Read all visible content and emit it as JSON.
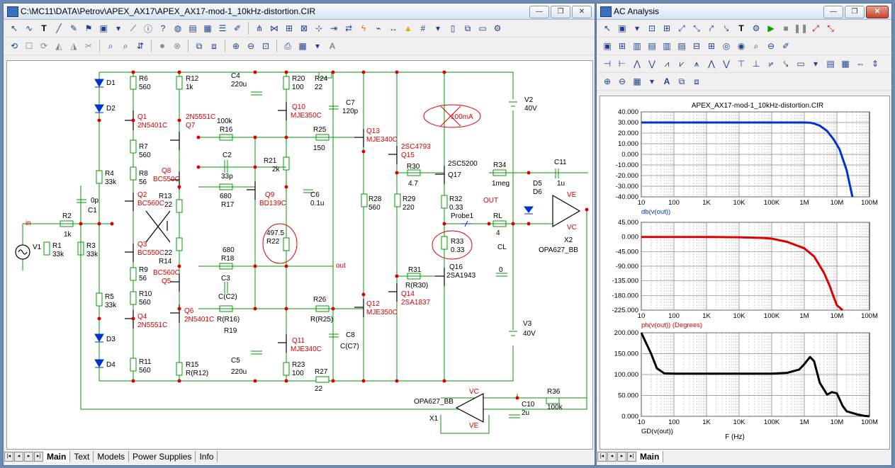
{
  "schematic_window": {
    "title": "C:\\MC11\\DATA\\Petrov\\APEX_AX17\\APEX_AX17-mod-1_10kHz-distortion.CIR",
    "tabs": [
      "Main",
      "Text",
      "Models",
      "Power Supplies",
      "Info"
    ],
    "active_tab": "Main",
    "components": {
      "D1": "D1",
      "D2": "D2",
      "D3": "D3",
      "D4": "D4",
      "R6": "R6",
      "R6v": "560",
      "R12": "R12",
      "R12v": "1k",
      "C4": "C4",
      "C4v": "220u",
      "R20": "R20",
      "R20v": "100",
      "R24": "R24",
      "R24v": "22",
      "C7": "C7",
      "C7v": "120p",
      "V2": "V2",
      "V2v": "40V",
      "Q1": "Q1",
      "Q1t": "2N5401C",
      "Q7t": "2N5551C",
      "Q7": "Q7",
      "R16v": "100k",
      "R16": "R16",
      "Q10": "Q10",
      "Q10t": "MJE350C",
      "R25": "R25",
      "R25v": "150",
      "Q13": "Q13",
      "Q13t": "MJE340C",
      "Q15t": "2SC4793",
      "Q15": "Q15",
      "Q17t": "2SC5200",
      "Q17": "Q17",
      "current": "100mA",
      "R34": "R34",
      "R34v": "1meg",
      "C11": "C11",
      "C11v": "1u",
      "R7": "R7",
      "R7v": "560",
      "C2": "C2",
      "R21": "R21",
      "R21v": "2k",
      "R30": "R30",
      "R30v": "4.7",
      "Q8": "Q8",
      "Q8t": "BC550C",
      "R8": "R8",
      "R8v": "56",
      "C2v": "33p",
      "D5": "D5",
      "D6": "D6",
      "VE": "VE",
      "VC": "VC",
      "R4": "R4",
      "R4v": "33k",
      "R13": "R13",
      "R13v": "22",
      "R17v": "680",
      "R17": "R17",
      "Q9": "Q9",
      "Q9t": "BD139C",
      "R28": "R28",
      "R28v": "560",
      "R29": "R29",
      "R29v": "220",
      "C1v": "0p",
      "C1": "C1",
      "Q2": "Q2",
      "Q2t": "BC560C",
      "C6": "C6",
      "C6v": "0.1u",
      "R32": "R32",
      "R32v": "0.33",
      "OUT": "OUT",
      "in": "in",
      "R2": "R2",
      "R2v": "1k",
      "V1": "V1",
      "R1": "R1",
      "R1v": "33k",
      "R3": "R3",
      "R3v": "33k",
      "Probe1": "Probe1",
      "RL": "RL",
      "RLv": "4",
      "X2": "X2",
      "X2t": "OPA627_BB",
      "R22v": "497.5",
      "R22": "R22",
      "R33": "R33",
      "R33v": "0.33",
      "Q3": "Q3",
      "Q3t": "BC550C",
      "R18v": "680",
      "R18": "R18",
      "CL": "CL",
      "CLv": "0",
      "R14v": "22",
      "R14": "R14",
      "out": "out",
      "Q16": "Q16",
      "Q16t": "2SA1943",
      "R31": "R31",
      "R31v": "R(R30)",
      "R9": "R9",
      "R9v": "56",
      "Q5t": "BC560C",
      "Q5": "Q5",
      "C3": "C3",
      "C3v": "C(C2)",
      "R10": "R10",
      "R10v": "560",
      "R26": "R26",
      "R26v": "R(R25)",
      "Q14": "Q14",
      "Q14t": "2SA1837",
      "R5": "R5",
      "R5v": "33k",
      "Q6": "Q6",
      "Q6t": "2N5401C",
      "R19v": "R(R16)",
      "R19": "R19",
      "Q12": "Q12",
      "Q12t": "MJE350C",
      "Q4": "Q4",
      "Q4t": "2N5551C",
      "C8": "C8",
      "C8v": "C(C7)",
      "V3": "V3",
      "V3v": "40V",
      "Q11": "Q11",
      "Q11t": "MJE340C",
      "R11": "R11",
      "R11v": "560",
      "R15": "R15",
      "R15v": "R(R12)",
      "C5": "C5",
      "C5v": "220u",
      "R23": "R23",
      "R23v": "100",
      "R27": "R27",
      "R27v": "22",
      "X1t": "OPA627_BB",
      "X1": "X1",
      "C10": "C10",
      "C10v": "2u",
      "R36": "R36",
      "R36v": "100k"
    }
  },
  "analysis_window": {
    "title": "AC Analysis",
    "plot_title": "APEX_AX17-mod-1_10kHz-distortion.CIR",
    "tab": "Main",
    "x_axis_label": "F (Hz)",
    "x_ticks": [
      "10",
      "100",
      "1K",
      "10K",
      "100K",
      "1M",
      "10M",
      "100M"
    ]
  },
  "chart_data": [
    {
      "type": "line",
      "ylabel": "db(v(out))",
      "yticks": [
        "40.000",
        "30.000",
        "20.000",
        "10.000",
        "0.000",
        "-10.000",
        "-20.000",
        "-30.000",
        "-40.000"
      ],
      "ylim": [
        -40,
        40
      ],
      "xlim": [
        10,
        100000000
      ],
      "xscale": "log",
      "color": "#0033cc",
      "series": [
        {
          "x": [
            10,
            100,
            1000,
            10000,
            100000,
            1000000,
            1500000,
            2000000,
            3000000,
            5000000,
            8000000,
            12000000,
            20000000,
            30000000
          ],
          "y": [
            30,
            30,
            30,
            30,
            30,
            30,
            29.8,
            29,
            27,
            22,
            14,
            5,
            -15,
            -40
          ]
        }
      ]
    },
    {
      "type": "line",
      "ylabel": "ph(v(out)) (Degrees)",
      "yticks": [
        "45.000",
        "0.000",
        "-45.000",
        "-90.000",
        "-135.000",
        "-180.000",
        "-225.000"
      ],
      "ylim": [
        -225,
        45
      ],
      "xlim": [
        10,
        100000000
      ],
      "xscale": "log",
      "color": "#dd0000",
      "series": [
        {
          "x": [
            10,
            1000,
            10000,
            50000,
            100000,
            300000,
            1000000,
            2000000,
            4000000,
            6000000,
            8000000,
            10000000,
            15000000
          ],
          "y": [
            0,
            0,
            -1,
            -3,
            -5,
            -15,
            -35,
            -60,
            -110,
            -150,
            -185,
            -210,
            -225
          ]
        }
      ]
    },
    {
      "type": "line",
      "ylabel": "GD(v(out))",
      "yticks": [
        "200.000",
        "150.000",
        "100.000",
        "50.000",
        "0.000"
      ],
      "ylim": [
        0,
        200
      ],
      "xlim": [
        10,
        100000000
      ],
      "xscale": "log",
      "color": "#000000",
      "series": [
        {
          "x": [
            10,
            20,
            30,
            50,
            100,
            1000,
            10000,
            100000,
            300000,
            700000,
            1000000,
            1500000,
            2000000,
            3000000,
            5000000,
            7000000,
            10000000,
            15000000,
            20000000,
            40000000,
            70000000,
            100000000
          ],
          "y": [
            200,
            150,
            115,
            103,
            102,
            102,
            102,
            102,
            104,
            112,
            125,
            142,
            132,
            80,
            52,
            58,
            55,
            25,
            12,
            5,
            1,
            0
          ]
        }
      ]
    }
  ]
}
